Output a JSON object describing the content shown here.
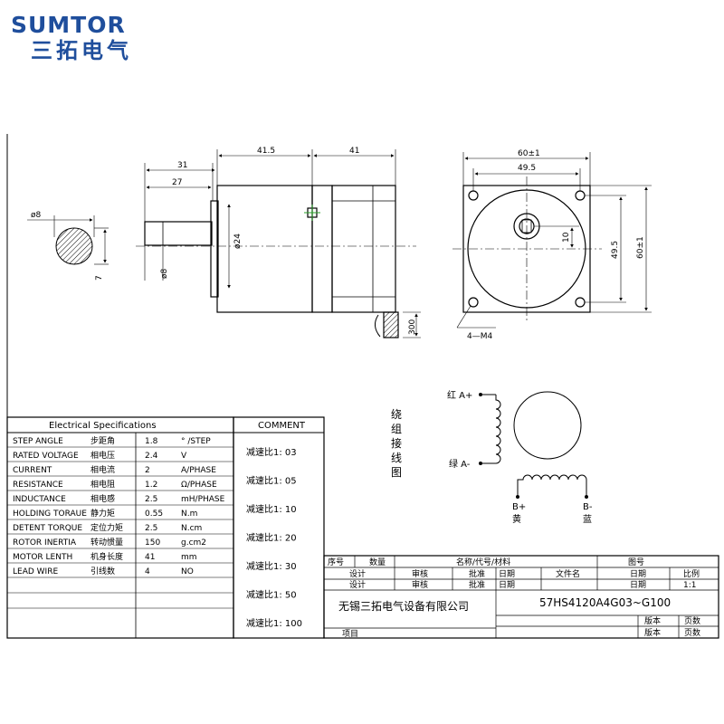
{
  "logo": {
    "brand": "SUMTOR",
    "brand_cn": "三拓电气"
  },
  "dims": {
    "d415": "41.5",
    "d41": "41",
    "d31": "31",
    "d27": "27",
    "phi8_left": "ø8",
    "d7": "7",
    "phi24": "ø24",
    "phi8_shaft": "ø8",
    "d300": "300",
    "d601": "60±1",
    "d495": "49.5",
    "d10": "10",
    "d495v": "49.5",
    "d601v": "60±1",
    "m4": "4—M4"
  },
  "wiring": {
    "title_chars": [
      "绕",
      "组",
      "接",
      "线",
      "图"
    ],
    "red": "红 A+",
    "green": "绿 A-",
    "bp": "B+",
    "bm": "B-",
    "yellow": "黄",
    "blue": "蓝"
  },
  "spec": {
    "header": "Electrical Specifications",
    "rows": [
      {
        "en": "STEP ANGLE",
        "cn": "步距角",
        "val": "1.8",
        "unit": "° /STEP"
      },
      {
        "en": "RATED VOLTAGE",
        "cn": "相电压",
        "val": "2.4",
        "unit": "V"
      },
      {
        "en": "CURRENT",
        "cn": "相电流",
        "val": "2",
        "unit": "A/PHASE"
      },
      {
        "en": "RESISTANCE",
        "cn": "相电阻",
        "val": "1.2",
        "unit": "Ω/PHASE"
      },
      {
        "en": "INDUCTANCE",
        "cn": "相电感",
        "val": "2.5",
        "unit": "mH/PHASE"
      },
      {
        "en": "HOLDING TORAUE",
        "cn": "静力矩",
        "val": "0.55",
        "unit": "N.m"
      },
      {
        "en": "DETENT TORQUE",
        "cn": "定位力矩",
        "val": "2.5",
        "unit": "N.cm"
      },
      {
        "en": "ROTOR INERTIA",
        "cn": "转动惯量",
        "val": "150",
        "unit": "g.cm2"
      },
      {
        "en": "MOTOR LENTH",
        "cn": "机身长度",
        "val": "41",
        "unit": "mm"
      },
      {
        "en": "LEAD WIRE",
        "cn": "引线数",
        "val": "4",
        "unit": "NO"
      }
    ]
  },
  "comment": {
    "header": "COMMENT",
    "items": [
      "减速比1: 03",
      "减速比1: 05",
      "减速比1: 10",
      "减速比1: 20",
      "减速比1: 30",
      "减速比1: 50",
      "减速比1: 100"
    ]
  },
  "titleblock": {
    "seq": "序号",
    "qty": "数量",
    "name": "名称/代号/材料",
    "drawing_no": "图号",
    "design1": "设计",
    "review1": "审核",
    "approve1": "批准",
    "date1": "日期",
    "filename": "文件名",
    "date1b": "日期",
    "ratio": "比例",
    "design2": "设计",
    "review2": "审核",
    "approve2": "批准",
    "date2": "日期",
    "date2b": "日期",
    "scale": "1:1",
    "company": "无锡三拓电气设备有限公司",
    "model": "57HS4120A4G03~G100",
    "version1": "版本",
    "pages1": "页数",
    "project": "项目",
    "version2": "版本",
    "pages2": "页数"
  }
}
